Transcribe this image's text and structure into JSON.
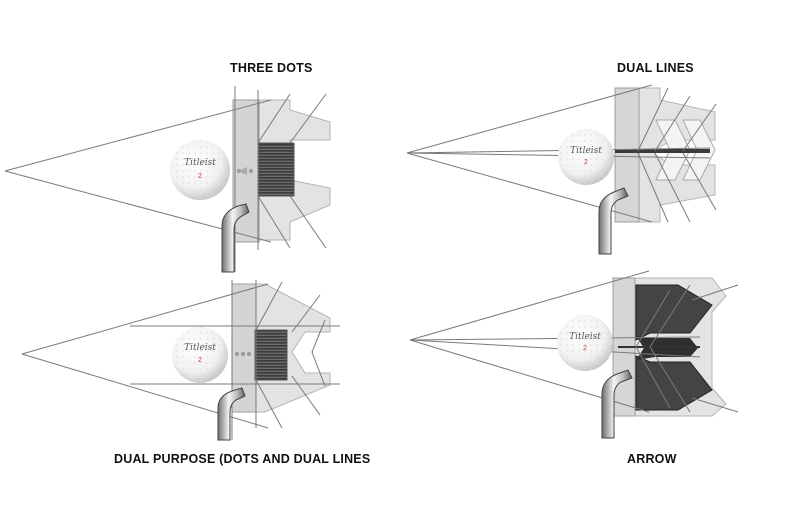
{
  "panels": {
    "three_dots": {
      "title": "THREE DOTS"
    },
    "dual_lines": {
      "title": "DUAL LINES"
    },
    "dual_purpose": {
      "title": "DUAL PURPOSE (DOTS AND DUAL LINES"
    },
    "arrow": {
      "title": "ARROW"
    }
  },
  "ball": {
    "brand": "Titleist",
    "number": "2"
  },
  "colors": {
    "line": "#7a7a7a",
    "putter_face": "#d9d9d9",
    "insert": "#4a4a4a",
    "number": "#c0392b"
  }
}
